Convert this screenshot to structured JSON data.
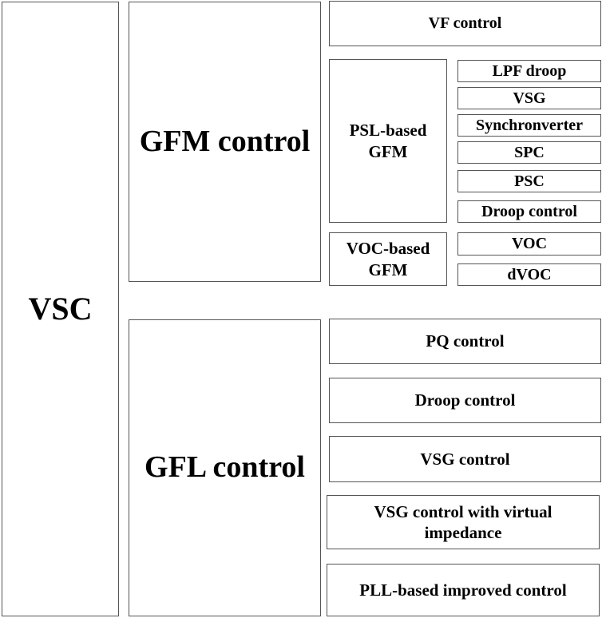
{
  "root": {
    "label": "VSC"
  },
  "gfm": {
    "label": "GFM control",
    "vf": "VF control",
    "psl": {
      "label": "PSL-based GFM",
      "items": [
        "LPF droop",
        "VSG",
        "Synchronverter",
        "SPC",
        "PSC",
        "Droop control"
      ]
    },
    "voc": {
      "label": "VOC-based GFM",
      "items": [
        "VOC",
        "dVOC"
      ]
    }
  },
  "gfl": {
    "label": "GFL control",
    "items": [
      "PQ control",
      "Droop control",
      "VSG control",
      "VSG control with virtual impedance",
      "PLL-based improved control"
    ]
  }
}
